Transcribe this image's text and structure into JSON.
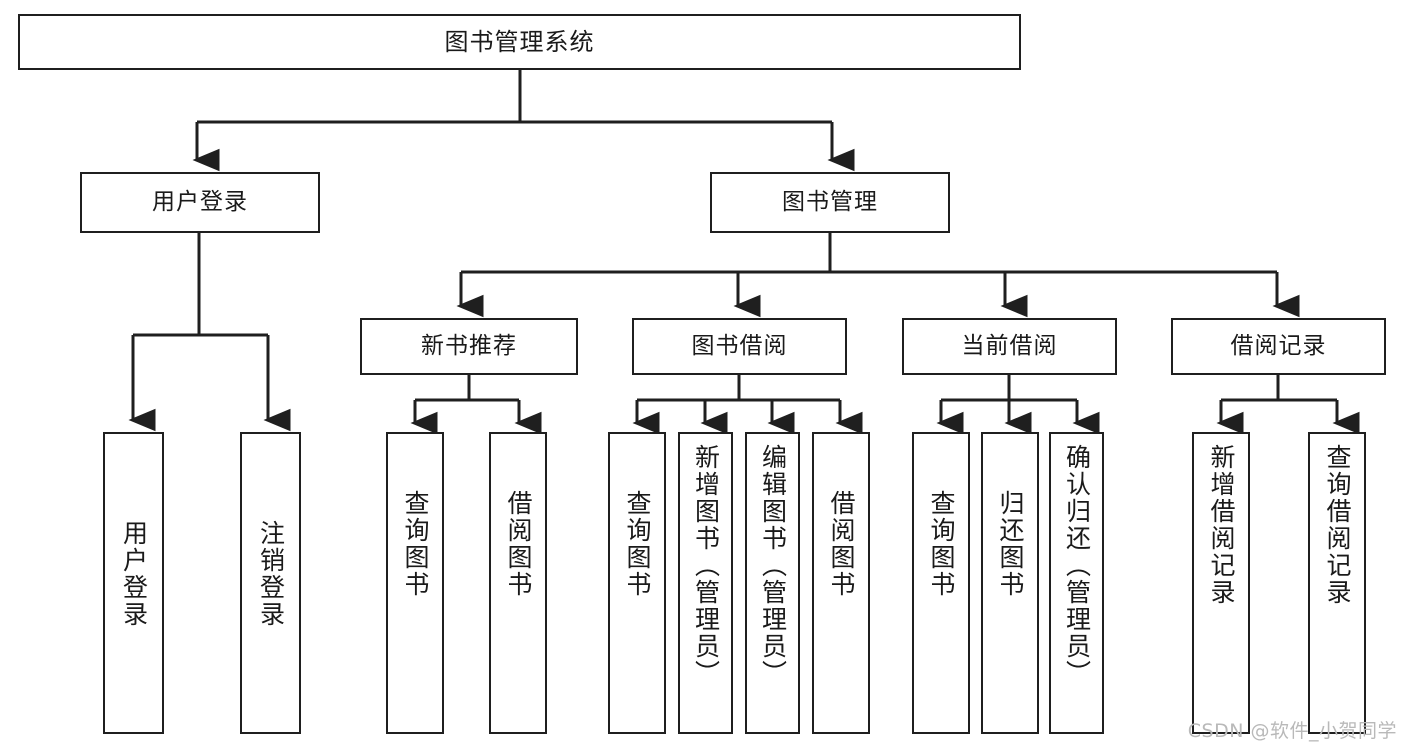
{
  "diagram": {
    "title": "图书管理系统",
    "type": "tree-hierarchy-chart",
    "watermark": "CSDN @软件_小贺同学",
    "colors": {
      "stroke": "#1f1f1f",
      "fill": "#ffffff",
      "text": "#1a1a1a",
      "watermark": "#b9b9b9"
    }
  },
  "nodes": {
    "root": {
      "label": "图书管理系统",
      "level": 0
    },
    "level1": [
      {
        "id": "user-login",
        "label": "用户登录"
      },
      {
        "id": "book-manage",
        "label": "图书管理"
      }
    ],
    "level2": [
      {
        "id": "new-book-recommend",
        "label": "新书推荐"
      },
      {
        "id": "book-borrow",
        "label": "图书借阅"
      },
      {
        "id": "current-borrow",
        "label": "当前借阅"
      },
      {
        "id": "borrow-record",
        "label": "借阅记录"
      }
    ],
    "leaves": {
      "user_login": [
        {
          "id": "leaf-user-login",
          "label": "用户登录"
        },
        {
          "id": "leaf-logout-login",
          "label": "注销登录"
        }
      ],
      "new_book_recommend": [
        {
          "id": "leaf-query-book-1",
          "label": "查询图书"
        },
        {
          "id": "leaf-borrow-book-1",
          "label": "借阅图书"
        }
      ],
      "book_borrow": [
        {
          "id": "leaf-query-book-2",
          "label": "查询图书"
        },
        {
          "id": "leaf-add-book-admin",
          "label": "新增图书（管理员）"
        },
        {
          "id": "leaf-edit-book-admin",
          "label": "编辑图书（管理员）"
        },
        {
          "id": "leaf-borrow-book-2",
          "label": "借阅图书"
        }
      ],
      "current_borrow": [
        {
          "id": "leaf-query-book-3",
          "label": "查询图书"
        },
        {
          "id": "leaf-return-book",
          "label": "归还图书"
        },
        {
          "id": "leaf-confirm-return-admin",
          "label": "确认归还（管理员）"
        }
      ],
      "borrow_record": [
        {
          "id": "leaf-add-borrow-record",
          "label": "新增借阅记录"
        },
        {
          "id": "leaf-query-borrow-record",
          "label": "查询借阅记录"
        }
      ]
    }
  }
}
